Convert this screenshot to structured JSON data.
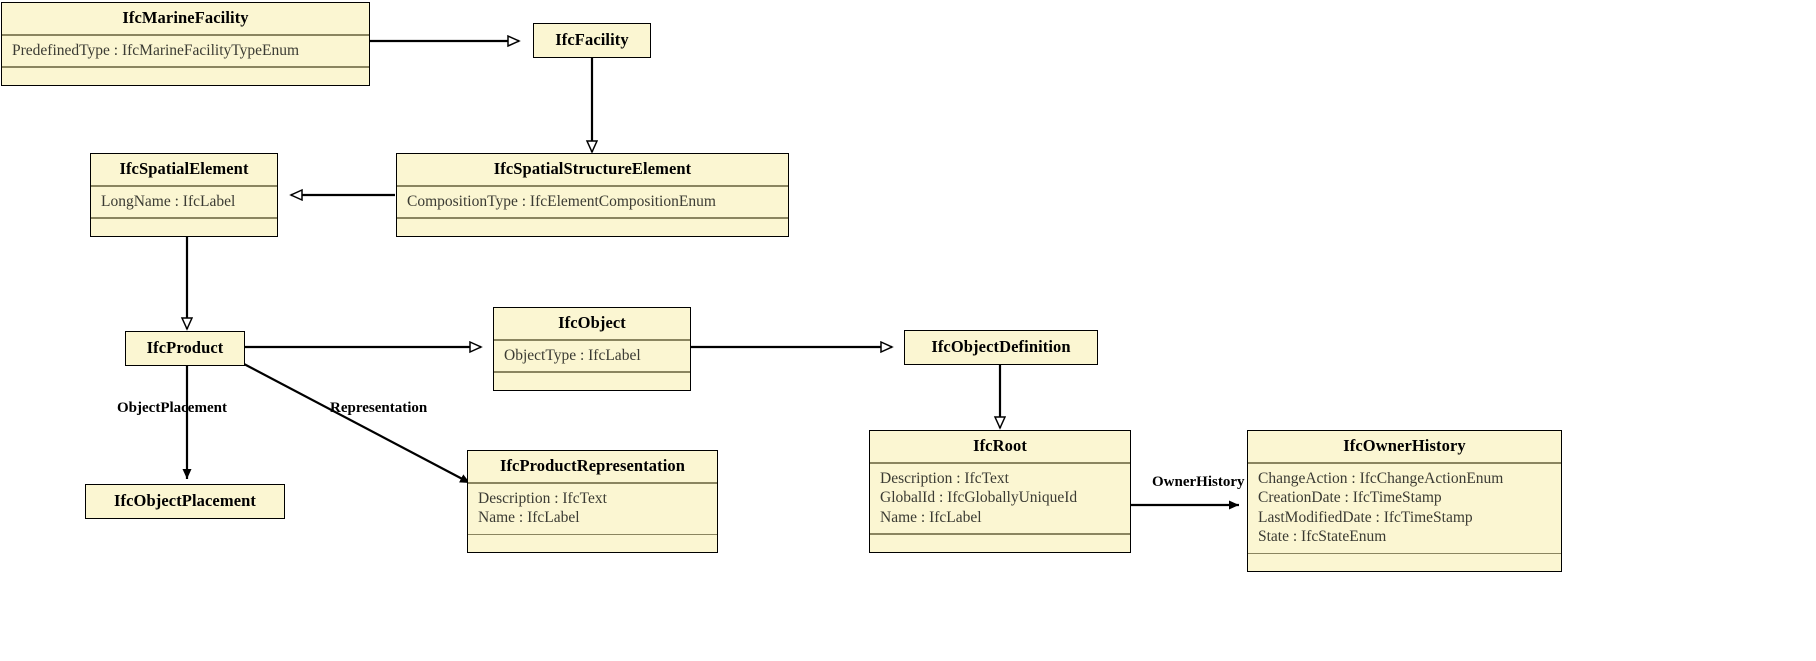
{
  "diagram": {
    "title": "IfcMarineFacility inheritance and association diagram",
    "style": {
      "box_fill": "#fbf6d2",
      "box_border": "#000000",
      "compartment_separator": "#8a8560",
      "attribute_text": "#3b3b33",
      "title_text": "#000000",
      "link_color": "#000000",
      "background": "#ffffff"
    }
  },
  "classes": [
    {
      "id": "IfcMarineFacility",
      "name": "IfcMarineFacility",
      "attributes": [
        "PredefinedType : IfcMarineFacilityTypeEnum"
      ],
      "has_compartments": true
    },
    {
      "id": "IfcFacility",
      "name": "IfcFacility",
      "attributes": [],
      "has_compartments": false
    },
    {
      "id": "IfcSpatialElement",
      "name": "IfcSpatialElement",
      "attributes": [
        "LongName : IfcLabel"
      ],
      "has_compartments": true
    },
    {
      "id": "IfcSpatialStructureElement",
      "name": "IfcSpatialStructureElement",
      "attributes": [
        "CompositionType : IfcElementCompositionEnum"
      ],
      "has_compartments": true
    },
    {
      "id": "IfcProduct",
      "name": "IfcProduct",
      "attributes": [],
      "has_compartments": false
    },
    {
      "id": "IfcObject",
      "name": "IfcObject",
      "attributes": [
        "ObjectType : IfcLabel"
      ],
      "has_compartments": true
    },
    {
      "id": "IfcObjectDefinition",
      "name": "IfcObjectDefinition",
      "attributes": [],
      "has_compartments": false
    },
    {
      "id": "IfcObjectPlacement",
      "name": "IfcObjectPlacement",
      "attributes": [],
      "has_compartments": false
    },
    {
      "id": "IfcProductRepresentation",
      "name": "IfcProductRepresentation",
      "attributes": [
        "Description : IfcText",
        "Name : IfcLabel"
      ],
      "has_compartments": true
    },
    {
      "id": "IfcRoot",
      "name": "IfcRoot",
      "attributes": [
        "Description : IfcText",
        "GlobalId : IfcGloballyUniqueId",
        "Name : IfcLabel"
      ],
      "has_compartments": true
    },
    {
      "id": "IfcOwnerHistory",
      "name": "IfcOwnerHistory",
      "attributes": [
        "ChangeAction : IfcChangeActionEnum",
        "CreationDate : IfcTimeStamp",
        "LastModifiedDate : IfcTimeStamp",
        "State : IfcStateEnum"
      ],
      "has_compartments": true
    }
  ],
  "relations": [
    {
      "id": "r1",
      "from": "IfcMarineFacility",
      "to": "IfcFacility",
      "kind": "generalization",
      "label": ""
    },
    {
      "id": "r2",
      "from": "IfcFacility",
      "to": "IfcSpatialStructureElement",
      "kind": "generalization",
      "label": ""
    },
    {
      "id": "r3",
      "from": "IfcSpatialStructureElement",
      "to": "IfcSpatialElement",
      "kind": "generalization",
      "label": ""
    },
    {
      "id": "r4",
      "from": "IfcSpatialElement",
      "to": "IfcProduct",
      "kind": "generalization",
      "label": ""
    },
    {
      "id": "r5",
      "from": "IfcProduct",
      "to": "IfcObject",
      "kind": "generalization",
      "label": ""
    },
    {
      "id": "r6",
      "from": "IfcObject",
      "to": "IfcObjectDefinition",
      "kind": "generalization",
      "label": ""
    },
    {
      "id": "r7",
      "from": "IfcObjectDefinition",
      "to": "IfcRoot",
      "kind": "generalization",
      "label": ""
    },
    {
      "id": "r8",
      "from": "IfcProduct",
      "to": "IfcObjectPlacement",
      "kind": "association",
      "label": "ObjectPlacement"
    },
    {
      "id": "r9",
      "from": "IfcProduct",
      "to": "IfcProductRepresentation",
      "kind": "association",
      "label": "Representation"
    },
    {
      "id": "r10",
      "from": "IfcRoot",
      "to": "IfcOwnerHistory",
      "kind": "association",
      "label": "OwnerHistory"
    }
  ],
  "labels": {
    "object_placement": "ObjectPlacement",
    "representation": "Representation",
    "owner_history": "OwnerHistory"
  }
}
